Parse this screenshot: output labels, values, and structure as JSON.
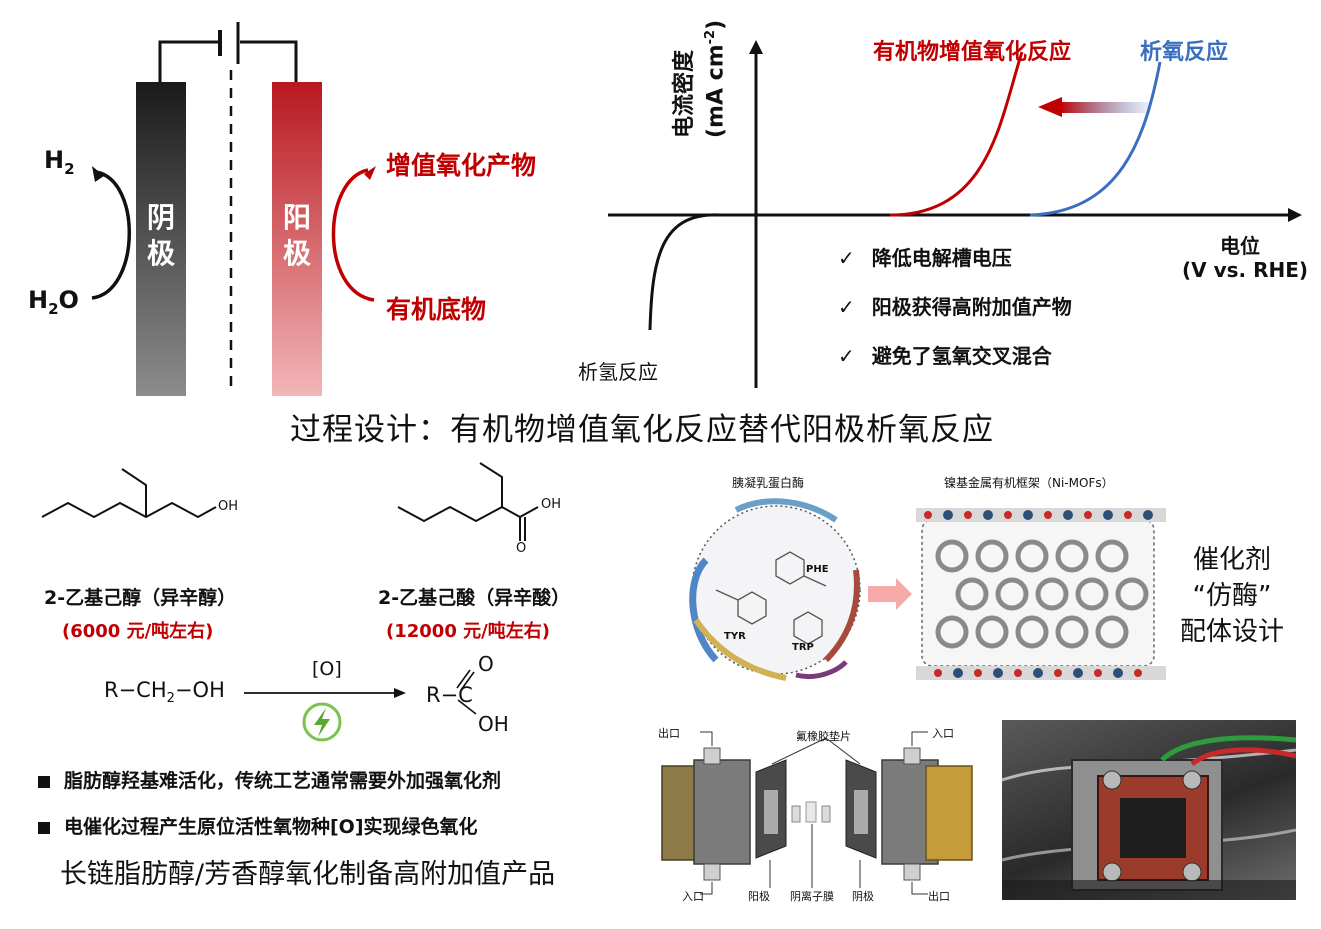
{
  "cell_diagram": {
    "cathode_label": "阴\n极",
    "cathode_label_top": "阴",
    "cathode_label_bottom": "极",
    "anode_label_top": "阳",
    "anode_label_bottom": "极",
    "cathode_product": "H",
    "cathode_product_sub": "2",
    "cathode_reactant": "H",
    "cathode_reactant_sub": "2",
    "cathode_reactant_tail": "O",
    "anode_product": "增值氧化产物",
    "anode_reactant": "有机底物"
  },
  "polarization_plot": {
    "ylabel_line1": "电流密度",
    "ylabel_line2": "(mA cm",
    "ylabel_sup": "-2",
    "ylabel_close": ")",
    "xlabel_line1": "电位",
    "xlabel_line2": "(V vs. RHE)",
    "curve_organic_label": "有机物增值氧化反应",
    "curve_oer_label": "析氧反应",
    "curve_her_label": "析氢反应",
    "benefits": [
      "降低电解槽电压",
      "阳极获得高附加值产物",
      "避免了氢氧交叉混合"
    ],
    "check_mark": "✓"
  },
  "process_title": "过程设计：有机物增值氧化反应替代阳极析氧反应",
  "molecules": {
    "reactant_oh": "OH",
    "reactant_name": "2-乙基己醇（异辛醇）",
    "reactant_price": "(6000 元/吨左右)",
    "product_oh": "OH",
    "product_o": "O",
    "product_name": "2-乙基己酸（异辛酸）",
    "product_price": "(12000 元/吨左右)"
  },
  "reaction": {
    "left": "R−CH",
    "left_sub": "2",
    "left_tail": "−OH",
    "oxidant": "[O]",
    "right_r": "R−C",
    "right_o": "O",
    "right_oh": "OH"
  },
  "bullets": [
    "脂肪醇羟基难活化，传统工艺通常需要外加强氧化剂",
    "电催化过程产生原位活性氧物种[O]实现绿色氧化"
  ],
  "summary": "长链脂肪醇/芳香醇氧化制备高附加值产品",
  "enzyme": {
    "title": "胰凝乳蛋白酶",
    "labels": [
      "PHE",
      "TYR",
      "TRP"
    ]
  },
  "mof": {
    "title": "镍基金属有机框架（Ni-MOFs）"
  },
  "catalyst_design": {
    "line1": "催化剂",
    "line2": "“仿酶”",
    "line3": "配体设计"
  },
  "reactor": {
    "outlet_left": "出口",
    "inlet_right": "入口",
    "gasket": "氟橡胶垫片",
    "inlet_left": "入口",
    "anode": "阳极",
    "membrane": "阴离子膜",
    "cathode": "阴极",
    "outlet_right": "出口"
  },
  "colors": {
    "red": "#c00000",
    "blue": "#3a6fc0",
    "dark": "#111111"
  }
}
